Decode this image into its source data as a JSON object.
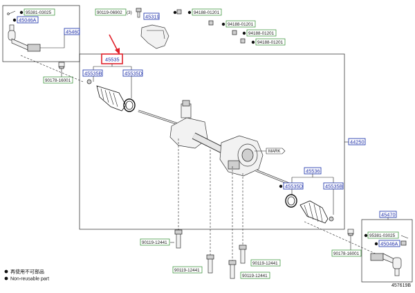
{
  "callouts": {
    "p95381_top": "95381-03025",
    "p45046A_top": "45046A",
    "p45460": "45460",
    "p90178_left": "90178-16001",
    "p90119_06902": "90119-06902",
    "p90119_06902_qty": "(3)",
    "p45319": "45319",
    "p94188_a": "94188-01201",
    "p94188_b": "94188-01201",
    "p94188_c": "94188-01201",
    "p94188_d": "94188-01201",
    "p45535_highlight": "45535",
    "p45535B_left": "45535B",
    "p45535D_left": "45535D",
    "p44250": "44250",
    "mark": "MARK",
    "p45536": "45536",
    "p45535D_right": "45535D",
    "p45535B_right": "45535B",
    "p45470": "45470",
    "p95381_bottom": "95381-03025",
    "p45046A_bottom": "45046A",
    "p90178_right": "90178-16001",
    "p90119_12441_a": "90119-12441",
    "p90119_12441_b": "90119-12441",
    "p90119_12441_c": "90119-12441",
    "p90119_12441_d": "90119-12441"
  },
  "legend": {
    "jp": "再使用不可部品",
    "en": "Non-reusable part"
  },
  "figure_id": "457619B",
  "colors": {
    "highlight": "#e0202a",
    "callout_text": "#1f2fa8",
    "green_border": "#2a8a2a"
  }
}
